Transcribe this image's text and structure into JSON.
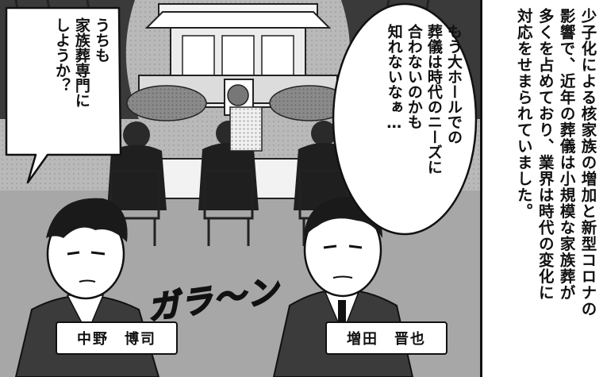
{
  "narration": {
    "text": "少子化による核家族の増加と新型コロナの\n影響で、近年の葬儀は小規模な家族葬が\n多くを占めており、業界は時代の変化に\n対応をせまられていました。"
  },
  "bubbles": {
    "left": "うちも\n家族葬専門に\nしようか？",
    "center": "もう大ホールでの\n葬儀は時代のニーズに\n合わないのかも\n知れないなぁ…"
  },
  "sfx": {
    "text": "ガラ〜ン"
  },
  "names": {
    "left": "中野　博司",
    "right": "増田　晋也"
  }
}
